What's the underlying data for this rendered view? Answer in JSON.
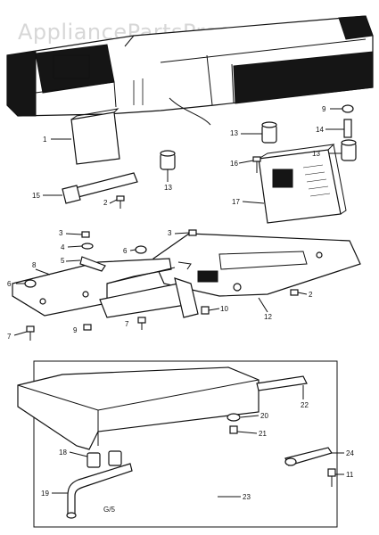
{
  "watermark": "AppliancePartsPros.com",
  "diagram_code": "G/5",
  "callouts": {
    "c1": "1",
    "c2": "2",
    "c3": "3",
    "c4": "4",
    "c5": "5",
    "c6": "6",
    "c7": "7",
    "c8": "8",
    "c9": "9",
    "c10": "10",
    "c11": "11",
    "c12": "12",
    "c13": "13",
    "c14": "14",
    "c15": "15",
    "c16": "16",
    "c17": "17",
    "c18": "18",
    "c19": "19",
    "c20": "20",
    "c21": "21",
    "c22": "22",
    "c23": "23",
    "c24": "24"
  }
}
